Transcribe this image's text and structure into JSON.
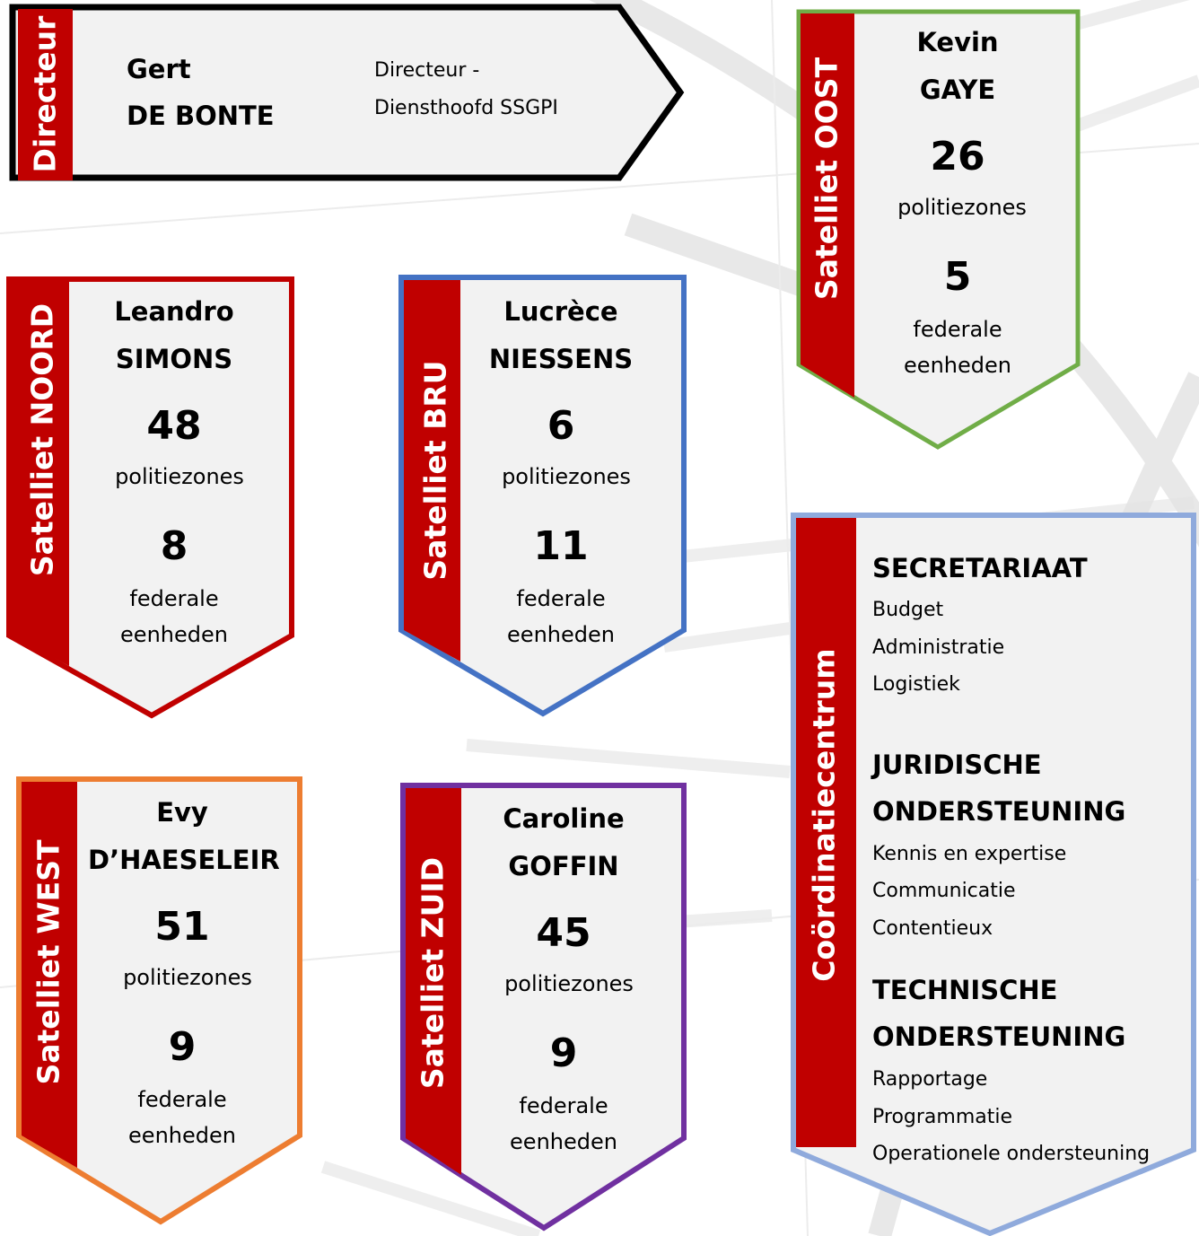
{
  "colors": {
    "red_band": "#c00000",
    "panel_fill": "#f2f2f2",
    "director_border": "#000000",
    "noord_border": "#c00000",
    "bru_border": "#4472c4",
    "oost_border": "#70ad47",
    "west_border": "#ed7d31",
    "zuid_border": "#7030a0",
    "coord_border": "#8faadc"
  },
  "director": {
    "band_label": "Directeur",
    "first_name": "Gert",
    "last_name": "DE BONTE",
    "role_line1": "Directeur -",
    "role_line2": "Diensthoofd SSGPI"
  },
  "satellites": {
    "oost": {
      "band_label": "Satelliet OOST",
      "first_name": "Kevin",
      "last_name": "GAYE",
      "zones": "26",
      "zones_label": "politiezones",
      "units": "5",
      "units_label1": "federale",
      "units_label2": "eenheden"
    },
    "noord": {
      "band_label": "Satelliet NOORD",
      "first_name": "Leandro",
      "last_name": "SIMONS",
      "zones": "48",
      "zones_label": "politiezones",
      "units": "8",
      "units_label1": "federale",
      "units_label2": "eenheden"
    },
    "bru": {
      "band_label": "Satelliet BRU",
      "first_name": "Lucrèce",
      "last_name": "NIESSENS",
      "zones": "6",
      "zones_label": "politiezones",
      "units": "11",
      "units_label1": "federale",
      "units_label2": "eenheden"
    },
    "west": {
      "band_label": "Satelliet WEST",
      "first_name": "Evy",
      "last_name": "D’HAESELEIR",
      "zones": "51",
      "zones_label": "politiezones",
      "units": "9",
      "units_label1": "federale",
      "units_label2": "eenheden"
    },
    "zuid": {
      "band_label": "Satelliet ZUID",
      "first_name": "Caroline",
      "last_name": "GOFFIN",
      "zones": "45",
      "zones_label": "politiezones",
      "units": "9",
      "units_label1": "federale",
      "units_label2": "eenheden"
    }
  },
  "coordination": {
    "band_label": "Coördinatiecentrum",
    "secretariaat": {
      "heading": "SECRETARIAAT",
      "items": [
        "Budget",
        "Administratie",
        "Logistiek"
      ]
    },
    "juridisch": {
      "heading_line1": "JURIDISCHE",
      "heading_line2": "ONDERSTEUNING",
      "items": [
        "Kennis en expertise",
        "Communicatie",
        "Contentieux"
      ]
    },
    "technisch": {
      "heading_line1": "TECHNISCHE",
      "heading_line2": "ONDERSTEUNING",
      "items": [
        "Rapportage",
        "Programmatie",
        "Operationele ondersteuning"
      ]
    }
  }
}
